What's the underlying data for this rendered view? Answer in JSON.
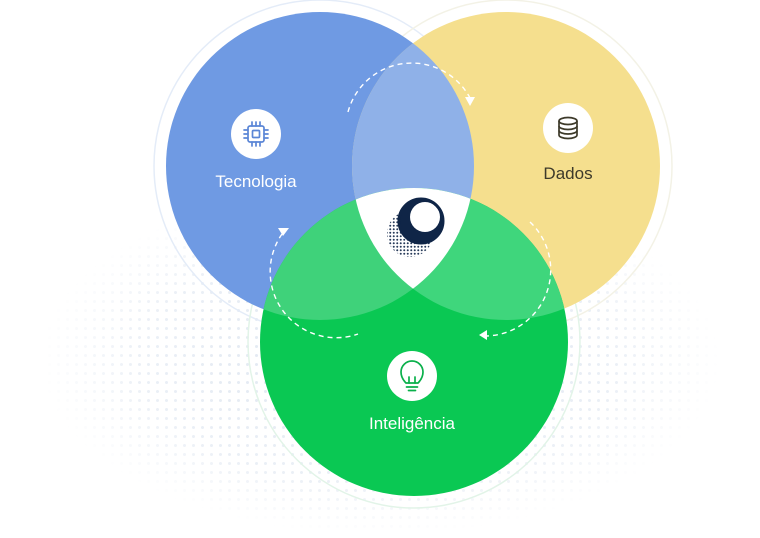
{
  "diagram": {
    "circles": [
      {
        "id": "tecnologia",
        "label": "Tecnologia",
        "icon": "chip-icon",
        "color": "#6f9ae3",
        "label_color": "#ffffff"
      },
      {
        "id": "dados",
        "label": "Dados",
        "icon": "database-icon",
        "color": "#f5df8e",
        "label_color": "#3d3a2a"
      },
      {
        "id": "inteligencia",
        "label": "Inteligência",
        "icon": "lightbulb-icon",
        "color": "#0ac853",
        "label_color": "#ffffff"
      }
    ],
    "overlap_colors": {
      "tecnologia_dados": "#8fb1e8",
      "tecnologia_inteligencia": "#3fd27a",
      "dados_inteligencia": "#3fd67c"
    },
    "center_icon": "circle-logo-icon",
    "accent_dark": "#0f2547",
    "ring_color": "#e3ecf8",
    "dot_color": "#dde5f0"
  }
}
